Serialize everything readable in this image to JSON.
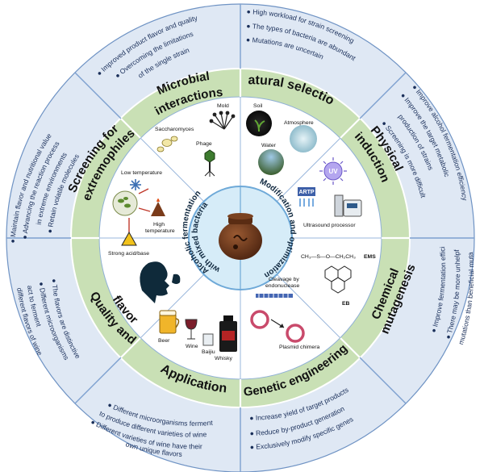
{
  "sectors": {
    "microbial_interactions": {
      "title_1": "Microbial",
      "title_2": "interactions"
    },
    "natural_selection": {
      "title": "Natural selection"
    },
    "physical_induction": {
      "title_1": "Physical",
      "title_2": "induction"
    },
    "chemical_mutagenesis": {
      "title_1": "Chemical",
      "title_2": "mutagenesis"
    },
    "genetic_engineering": {
      "title": "Genetic engineering"
    },
    "application": {
      "title": "Application"
    },
    "quality_flavor": {
      "title_1": "Quality and",
      "title_2": "flavor"
    },
    "screening_extremophiles": {
      "title_1": "Screening for",
      "title_2": "extremophiles"
    }
  },
  "bullets": {
    "microbial_interactions": [
      "Improved product flavor and quality",
      "Overcoming the limitations",
      "of the single strain"
    ],
    "natural_selection": [
      "High workload for strain screening",
      "The types of bacteria are abundant",
      "Mutations are uncertain"
    ],
    "physical_induction": [
      "Improve alcohol fermentation efficiency",
      "Improve the target metabolic",
      "production of strains",
      "Screening is more difficult"
    ],
    "chemical_mutagenesis": [
      "Improve fermentation efficiency",
      "There may be more unhelpful",
      "mutations than beneficial mutations"
    ],
    "genetic_engineering": [
      "Increase yield of target products",
      "Reduce by-product generation",
      "Exclusively modify specific genes"
    ],
    "application": [
      "Different microorganisms ferment",
      "to produce different varieties of wine",
      "Different varieties of wine have their",
      "own unique flavors"
    ],
    "quality_flavor": [
      "The flavors are distinctive",
      "Different microorganisms",
      "act to ferment",
      "different flavors of wine"
    ],
    "screening_extremophiles": [
      "Maintain flavor and nutritional value",
      "Advancing the reaction process",
      "in extreme environments",
      "Retain volatile molecules"
    ]
  },
  "inner_labels": {
    "mold": "Mold",
    "saccharomyces": "Saccharomyces",
    "phage": "Phage",
    "soil": "Soil",
    "atmosphere": "Atmosphere",
    "water": "Water",
    "uv": "UV",
    "artp": "ARTP",
    "ultrasound": "Ultrasound processor",
    "ems_formula": "CH₃—S—O—CH₂CH₃",
    "ems": "EMS",
    "eb": "EB",
    "cleavage_1": "Cleavage by",
    "cleavage_2": "endonuclease",
    "plasmid": "Plasmid chimera",
    "beer": "Beer",
    "wine": "Wine",
    "baijiu": "Baijiu",
    "whisky": "Whisky",
    "low_temp": "Low temperature",
    "high_temp_1": "High",
    "high_temp_2": "temperature",
    "acid_base": "Strong acid/base"
  },
  "hub": {
    "left_1": "Alcoholic fermentation",
    "left_2": "with mixed bacteria",
    "right_1": "Modification and optimization"
  },
  "colors": {
    "outer_ring": "#dfe8f4",
    "middle_ring": "#c9e0b5",
    "hub": "#d6ecf8",
    "bullet": "#1a2f5a"
  }
}
